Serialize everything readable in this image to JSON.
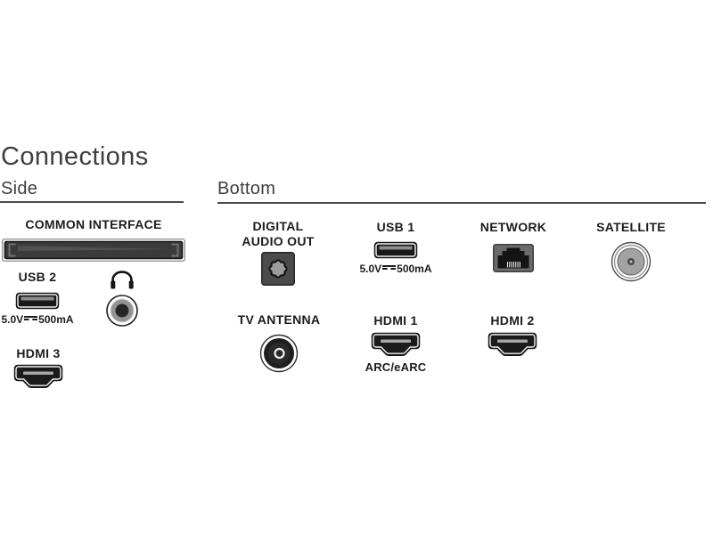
{
  "page": {
    "title": "Connections"
  },
  "sections": {
    "side": {
      "label": "Side"
    },
    "bottom": {
      "label": "Bottom"
    }
  },
  "ports": {
    "common_interface": {
      "label": "COMMON INTERFACE"
    },
    "usb2": {
      "label": "USB 2",
      "power_voltage": "5.0V",
      "power_current": "500mA"
    },
    "hdmi3": {
      "label": "HDMI 3"
    },
    "digital_audio_out": {
      "label_line1": "DIGITAL",
      "label_line2": "AUDIO OUT"
    },
    "usb1": {
      "label": "USB 1",
      "power_voltage": "5.0V",
      "power_current": "500mA"
    },
    "network": {
      "label": "NETWORK"
    },
    "satellite": {
      "label": "SATELLITE"
    },
    "tv_antenna": {
      "label": "TV ANTENNA"
    },
    "hdmi1": {
      "label": "HDMI 1",
      "sublabel": "ARC/eARC"
    },
    "hdmi2": {
      "label": "HDMI 2"
    }
  },
  "icons": {
    "headphones": "headphones-icon (svg glyph)",
    "headphone_jack": "headphone-jack-port-icon (3.5mm)",
    "usb": "usb-port-icon",
    "hdmi": "hdmi-port-icon",
    "common_interface_slot": "common-interface-slot-icon",
    "optical": "optical-audio-port-icon (toslink)",
    "rj45": "ethernet-port-icon",
    "satellite": "satellite-f-connector-icon",
    "coax": "tv-antenna-coax-icon",
    "dc_symbol": "dc-power-symbol-icon"
  },
  "colors": {
    "background": "#ffffff",
    "heading_text": "#3e3e3e",
    "label_text": "#1c1c1c",
    "rule": "#4c4c4c",
    "port_dark": "#1b1b1b",
    "port_gray": "#9c9c9c"
  }
}
